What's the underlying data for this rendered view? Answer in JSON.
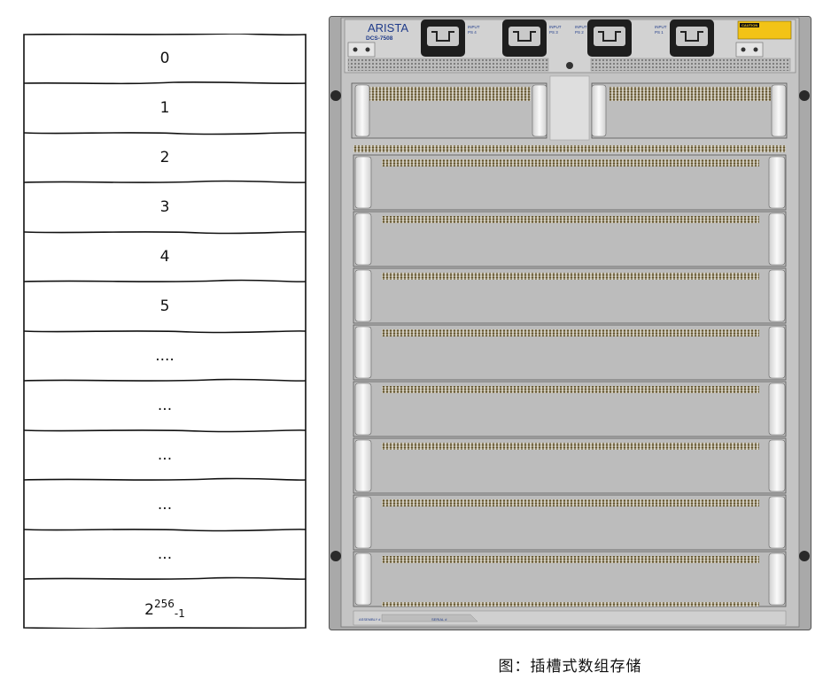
{
  "slot_list": {
    "labels": [
      "0",
      "1",
      "2",
      "3",
      "4",
      "5",
      "....",
      "...",
      "...",
      "...",
      "..."
    ],
    "last": {
      "base": "2",
      "exponent": "256",
      "suffix": "-1"
    }
  },
  "chassis": {
    "brand": "ARISTA",
    "model": "DCS-7508",
    "power_supplies": [
      {
        "title": "INPUT",
        "id": "PS 4"
      },
      {
        "title": "INPUT",
        "id": "PS 3"
      },
      {
        "title": "INPUT",
        "id": "PS 2"
      },
      {
        "title": "INPUT",
        "id": "PS 1"
      }
    ],
    "caution_label": "CAUTION",
    "bottom_labels": [
      "ASSEMBLY #",
      "SERIAL #"
    ],
    "colors": {
      "frame": "#a9a9a9",
      "panel": "#c2c2c2",
      "vent": "#6b5a2e",
      "handle": "#eeeeee"
    }
  },
  "caption": "图：插槽式数组存储"
}
